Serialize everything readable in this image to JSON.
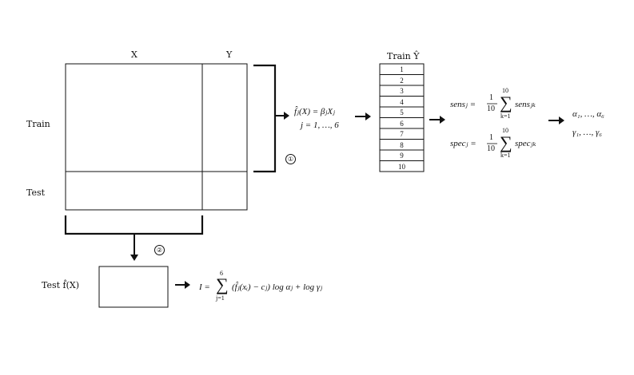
{
  "matrix": {
    "x_header": "X",
    "y_header": "Y",
    "train_label": "Train",
    "test_label": "Test"
  },
  "step_markers": {
    "one": "①",
    "two": "②"
  },
  "model": {
    "equation": "f̂ⱼ(X) = βⱼXⱼ",
    "index_range": "j = 1, …, 6"
  },
  "train_yhat": {
    "title": "Train Ŷ",
    "folds": [
      "1",
      "2",
      "3",
      "4",
      "5",
      "6",
      "7",
      "8",
      "9",
      "10"
    ]
  },
  "metrics": {
    "sens": {
      "lhs": "sensⱼ =",
      "frac_num": "1",
      "frac_den": "10",
      "sum_top": "10",
      "sum_bottom": "k=1",
      "term": "sensⱼₖ"
    },
    "spec": {
      "lhs": "specⱼ =",
      "frac_num": "1",
      "frac_den": "10",
      "sum_top": "10",
      "sum_bottom": "k=1",
      "term": "specⱼₖ"
    }
  },
  "outputs": {
    "alpha": "α₁, …, α₆",
    "gamma": "γ₁, …, γ₆"
  },
  "test": {
    "label": "Test f̂(X)",
    "formula_lhs": "I =",
    "sum_top": "6",
    "sum_bottom": "j=1",
    "formula_rhs": "(f̂ⱼ(xᵢ) − cⱼ) log αⱼ + log γⱼ"
  }
}
